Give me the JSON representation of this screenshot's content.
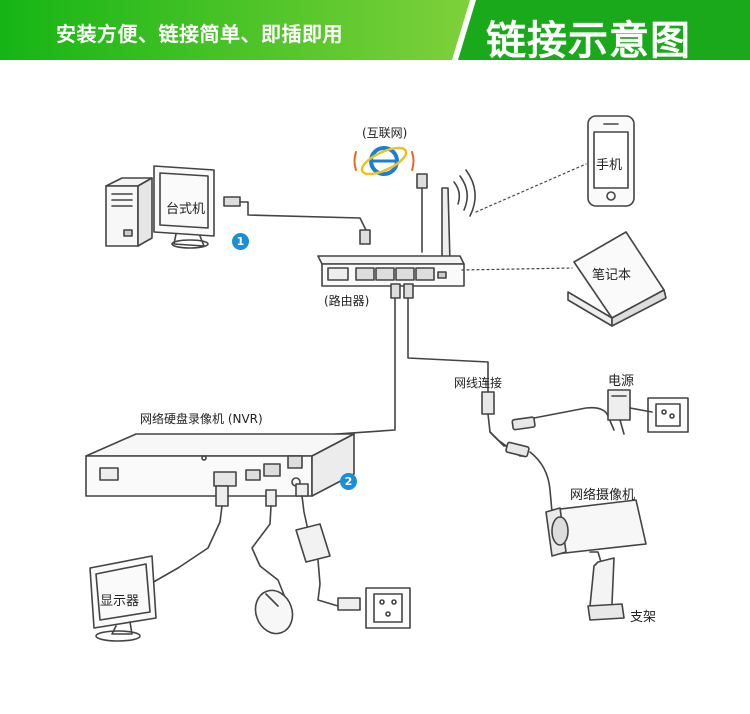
{
  "banner": {
    "subtitle": "安装方便、链接简单、即插即用",
    "title": "链接示意图",
    "colors": {
      "left_gradient_start": "#15b515",
      "left_gradient_end": "#7ed13a",
      "right_block": "#1aa91a"
    }
  },
  "labels": {
    "internet": "(互联网)",
    "desktop": "台式机",
    "phone": "手机",
    "laptop": "笔记本",
    "router": "(路由器)",
    "cable_connection": "网线连接",
    "power": "电源",
    "nvr": "网络硬盘录像机 (NVR)",
    "camera": "网络摄像机",
    "monitor": "显示器",
    "bracket": "支架"
  },
  "badges": {
    "one": "1",
    "two": "2"
  },
  "icons": [
    "internet-explorer-icon",
    "wifi-signal-icon"
  ]
}
